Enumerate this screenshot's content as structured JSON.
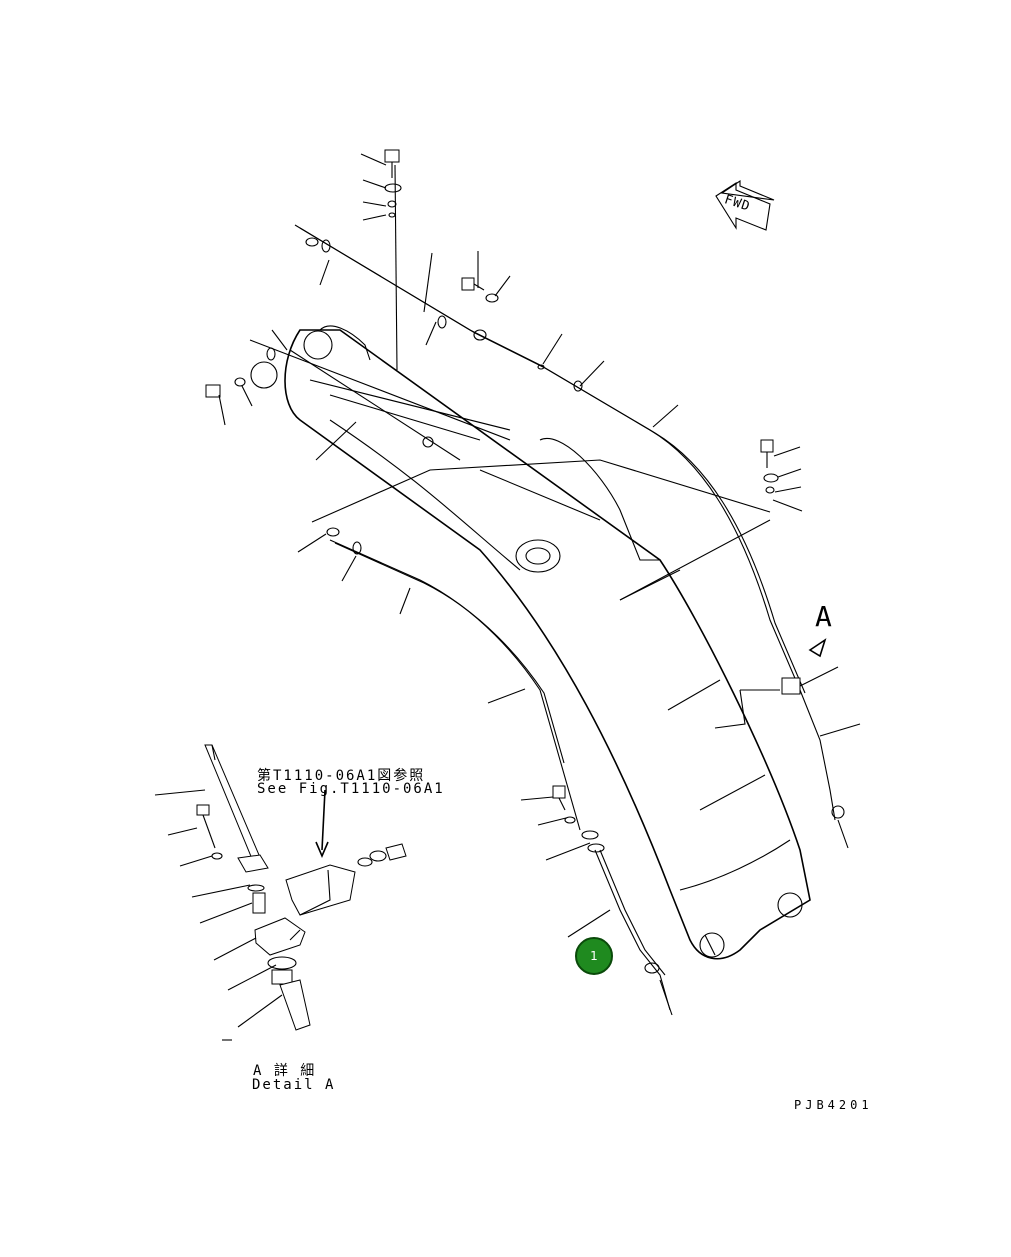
{
  "labels": {
    "fwd": "FWD",
    "view_letter": "A",
    "ref_jp": "第T1110-06A1図参照",
    "ref_en": "See Fig.T1110-06A1",
    "detail_jp": "A 詳 細",
    "detail_en": "Detail A",
    "drawing_code": "PJB4201"
  },
  "callouts": [
    {
      "number": "1",
      "color": "#1f8a1f"
    }
  ]
}
